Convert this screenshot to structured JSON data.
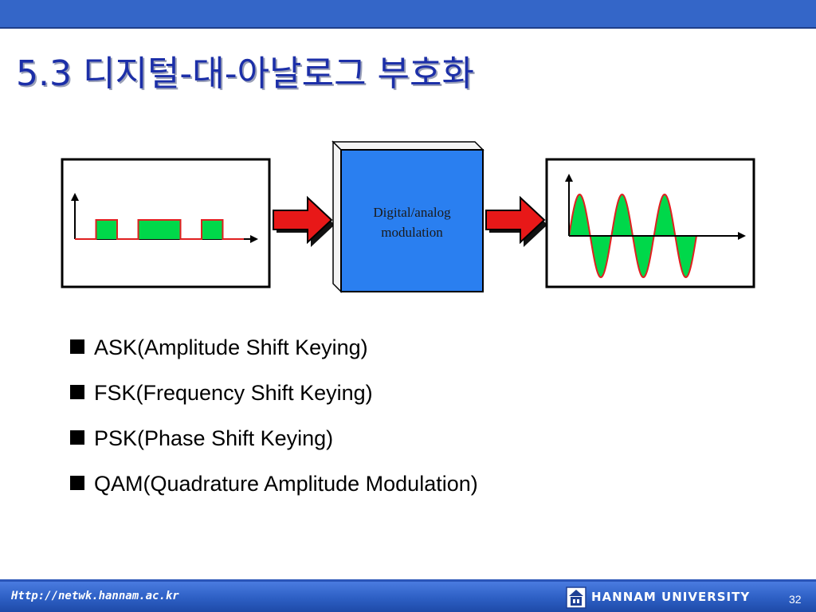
{
  "slide": {
    "title": "5.3 디지털-대-아날로그 부호화",
    "page_number": "32"
  },
  "diagram": {
    "block_label_line1": "Digital/analog",
    "block_label_line2": "modulation",
    "input_signal": {
      "bits": [
        0,
        1,
        0,
        1,
        1,
        0,
        1,
        0
      ],
      "color": "#00d84a",
      "line_color": "#e02020"
    },
    "output_signal": {
      "cycles": 3,
      "color": "#00d84a",
      "line_color": "#e02020"
    },
    "block_color": "#2a7ff0",
    "arrow_color": "#e81818"
  },
  "bullets": [
    "ASK(Amplitude Shift Keying)",
    "FSK(Frequency Shift Keying)",
    "PSK(Phase Shift Keying)",
    "QAM(Quadrature Amplitude Modulation)"
  ],
  "footer": {
    "url": "Http://netwk.hannam.ac.kr",
    "university": "HANNAM  UNIVERSITY",
    "logo_icon": "hannam-logo-icon"
  },
  "colors": {
    "header_blue": "#3466c8",
    "title_blue": "#1c2fa8"
  }
}
